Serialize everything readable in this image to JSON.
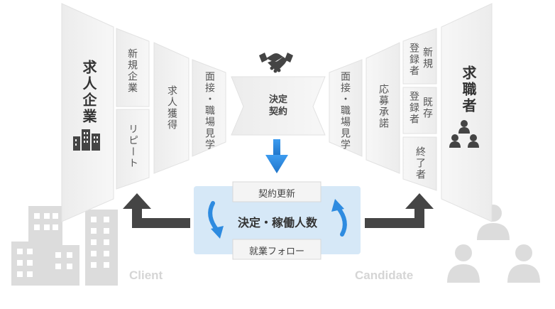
{
  "client_side": {
    "main_label": "求人企業",
    "step_new": "新規企業",
    "step_repeat": "リピート",
    "step_acquire": "求人獲得",
    "step_interview": "面接・職場見学",
    "watermark": "Client"
  },
  "center": {
    "deal_label_line1": "決定",
    "deal_label_line2": "契約",
    "renewal_label": "契約更新",
    "kpi_label": "決定・稼働人数",
    "followup_label": "就業フォロー"
  },
  "candidate_side": {
    "main_label": "求職者",
    "step_interview": "面接・職場見学",
    "step_apply": "応募承諾",
    "step_new_top": "新規",
    "step_new_bottom": "登録者",
    "step_existing_top": "既存",
    "step_existing_bottom": "登録者",
    "step_finished": "終了者",
    "watermark": "Candidate"
  },
  "colors": {
    "panel_light": "#f3f3f3",
    "panel_mid": "#e9e9e9",
    "panel_edge": "#dcdcdc",
    "arrow_dark": "#444444",
    "arrow_blue": "#2e8be0",
    "center_bg": "#d6e8f7",
    "watermark_gray": "#dedede"
  }
}
